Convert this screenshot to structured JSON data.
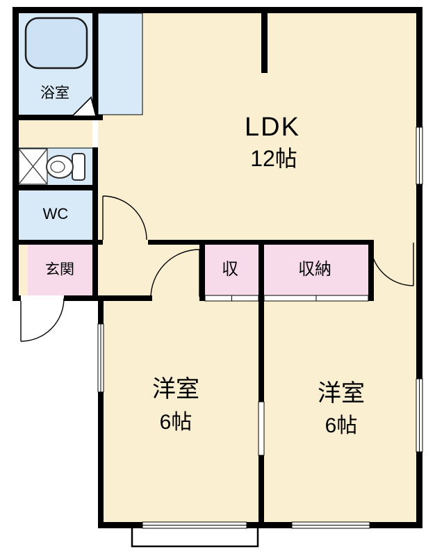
{
  "plan": {
    "type": "apartment-floor-plan",
    "colors": {
      "wall": "#000000",
      "floor": "#FBEFD2",
      "wet_area": "#D8E9F8",
      "fixture": "#CDE2F5",
      "storage": "#F8DBEA",
      "background": "#FFFFFF"
    },
    "rooms": {
      "bathroom": {
        "label": "浴室"
      },
      "wc": {
        "label": "WC"
      },
      "entrance": {
        "label": "玄関"
      },
      "ldk": {
        "label": "LDK",
        "size": "12帖"
      },
      "closet": {
        "label": "収"
      },
      "closet_large": {
        "label": "収納"
      },
      "bedroom_left": {
        "label": "洋室",
        "size": "6帖"
      },
      "bedroom_right": {
        "label": "洋室",
        "size": "6帖"
      }
    }
  }
}
